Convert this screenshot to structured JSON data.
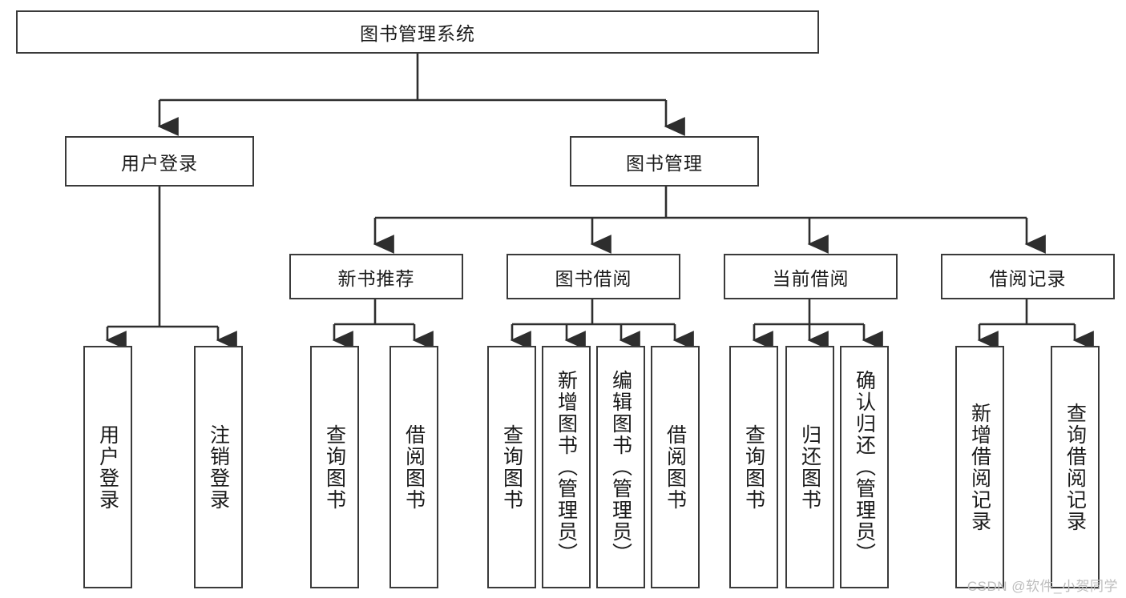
{
  "diagram": {
    "title": "图书管理系统",
    "type": "tree",
    "root": {
      "label": "图书管理系统"
    },
    "level2": [
      {
        "label": "用户登录"
      },
      {
        "label": "图书管理"
      }
    ],
    "level3": [
      {
        "label": "新书推荐"
      },
      {
        "label": "图书借阅"
      },
      {
        "label": "当前借阅"
      },
      {
        "label": "借阅记录"
      }
    ],
    "leaves": {
      "user_login": [
        {
          "label": "用户登录"
        },
        {
          "label": "注销登录"
        }
      ],
      "new_book_recommend": [
        {
          "label": "查询图书"
        },
        {
          "label": "借阅图书"
        }
      ],
      "book_borrow": [
        {
          "label": "查询图书"
        },
        {
          "label": "新增图书（管理员）"
        },
        {
          "label": "编辑图书（管理员）"
        },
        {
          "label": "借阅图书"
        }
      ],
      "current_borrow": [
        {
          "label": "查询图书"
        },
        {
          "label": "归还图书"
        },
        {
          "label": "确认归还（管理员）"
        }
      ],
      "borrow_record": [
        {
          "label": "新增借阅记录"
        },
        {
          "label": "查询借阅记录"
        }
      ]
    },
    "watermark": "CSDN @软件_小贺同学",
    "colors": {
      "box_border": "#3a3a3a",
      "connector": "#2e2e2e",
      "text": "#1b1b1b",
      "background": "#ffffff",
      "watermark": "#bdbdbd"
    }
  }
}
